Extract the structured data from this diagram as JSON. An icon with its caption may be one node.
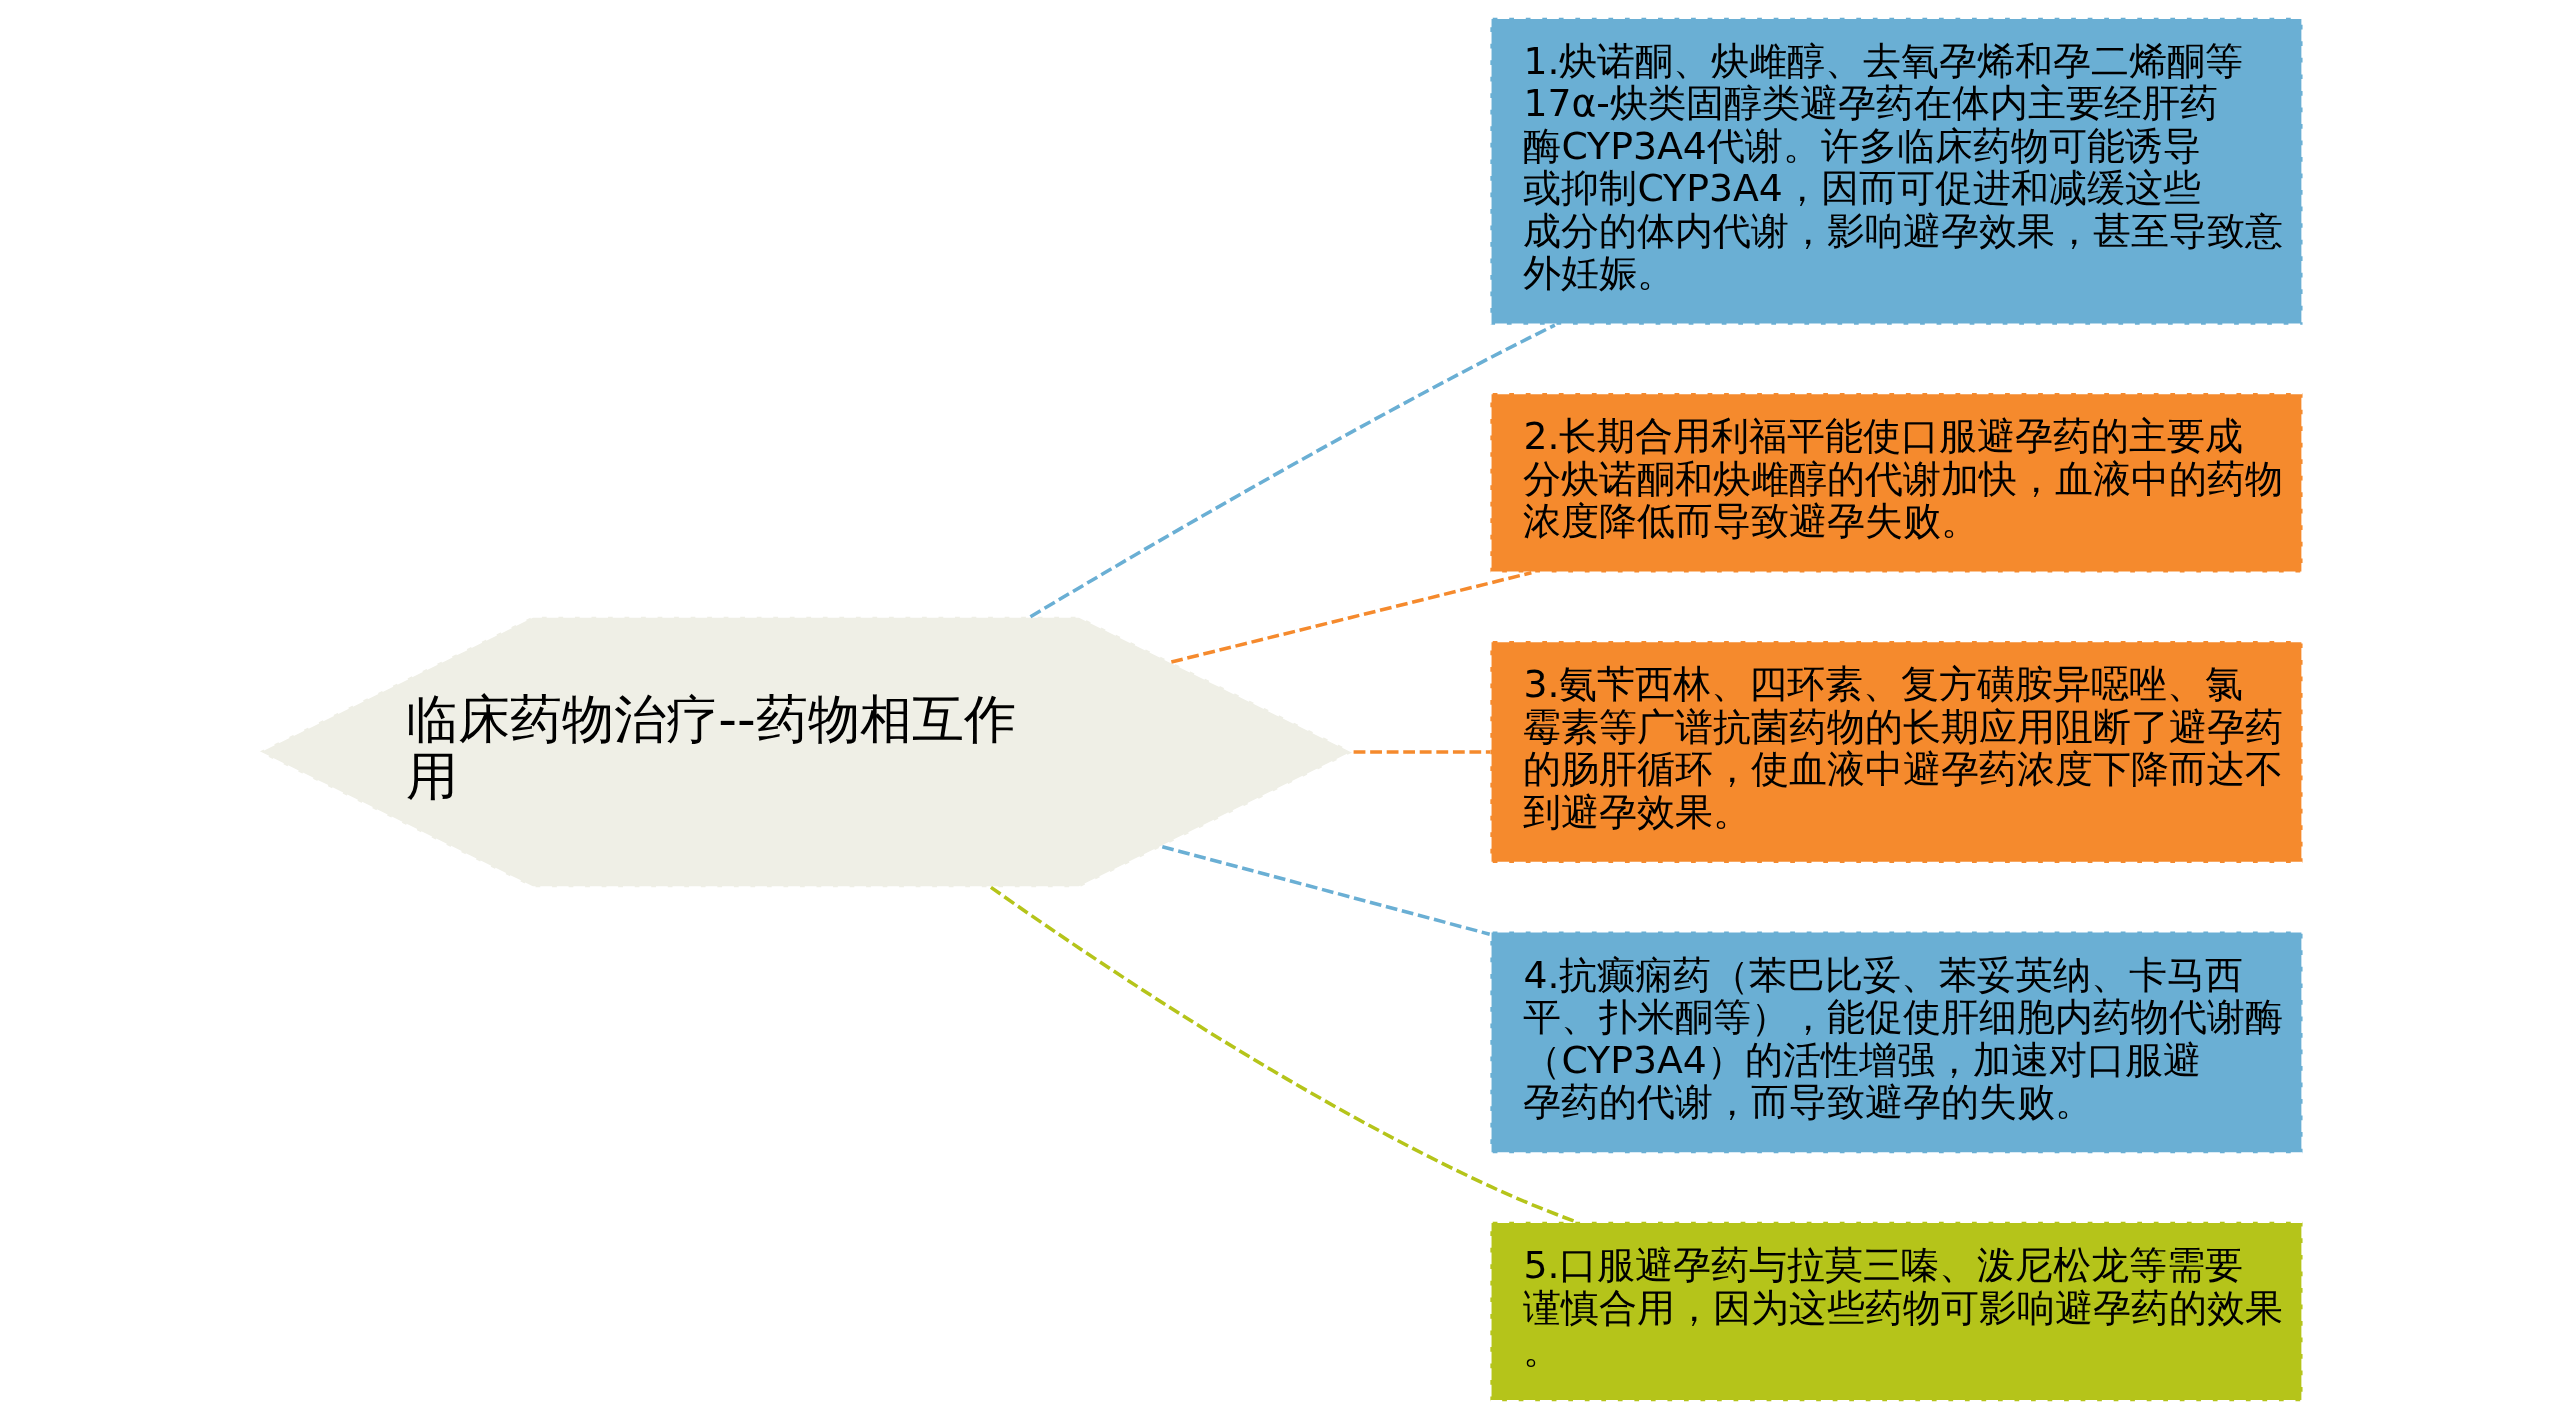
{
  "diagram": {
    "nodes": [
      {
        "text": [
          "临床药物治疗--药物相互作用"
        ]
      },
      {
        "text": [
          "1.炔诺酮、炔雌醇、去氧孕烯和孕二烯酮等17α-炔类固醇类避孕药在体内主要经肝药酶CYP3A4代谢。许多临床药物可能诱导或抑制CYP3A4，因而可促进和减缓这些成分的体内代谢，影响避孕效果，甚至导致意外妊娠。"
        ]
      },
      {
        "text": [
          "2.长期合用利福平能使口服避孕药的主要成分炔诺酮和炔雌醇的代谢加快，血液中的药物浓度降低而导致避孕失败。"
        ]
      },
      {
        "text": [
          "3.氨苄西林、四环素、复方磺胺异噁唑、氯霉素等广谱抗菌药物的长期应用阻断了避孕药的肠肝循环，使血液中避孕药浓度下降而达不到避孕效果。"
        ]
      },
      {
        "text": [
          "4.抗癫痫药（苯巴比妥、苯妥英纳、卡马西平、扑米酮等），能促使肝细胞内药物代谢酶（CYP3A4）的活性增强，加速对口服避孕药的代谢，而导致避孕的失败。"
        ]
      },
      {
        "text": [
          "5.口服避孕药与拉莫三嗪、泼尼松龙等需要谨慎合用，因为这些药物可影响避孕药的效果。"
        ]
      }
    ],
    "edges": [
      {
        "from": 0,
        "to": 1,
        "arrow": "none",
        "style": "dashed",
        "color": "#6aafd4"
      },
      {
        "from": 0,
        "to": 2,
        "arrow": "none",
        "style": "dashed",
        "color": "#f58a2d"
      },
      {
        "from": 0,
        "to": 3,
        "arrow": "none",
        "style": "dashed",
        "color": "#f58a2d"
      },
      {
        "from": 0,
        "to": 4,
        "arrow": "none",
        "style": "dashed",
        "color": "#6aafd4"
      },
      {
        "from": 0,
        "to": 5,
        "arrow": "none",
        "style": "dashed",
        "color": "#b5c41a"
      }
    ]
  }
}
